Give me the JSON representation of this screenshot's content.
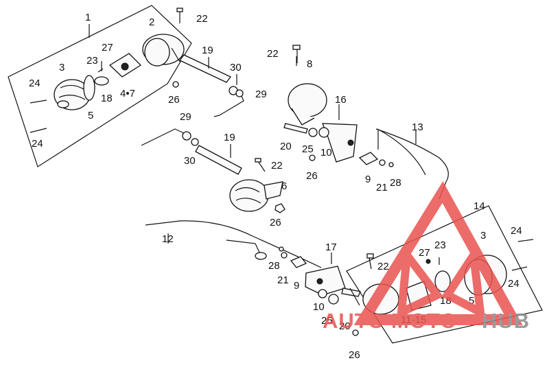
{
  "diagram": {
    "labels": {
      "l1": "1",
      "l2": "2",
      "l3": "3",
      "l5": "5",
      "l18": "18",
      "l23": "23",
      "l27": "27",
      "l47": "4•7",
      "l24a": "24",
      "l24b": "24",
      "l22a": "22",
      "l26a": "26",
      "l19a": "19",
      "l30a": "30",
      "l29a": "29",
      "l22b": "22",
      "l8": "8",
      "l16": "16",
      "l13": "13",
      "l20a": "20",
      "l25a": "25",
      "l10a": "10",
      "l26b": "26",
      "l9a": "9",
      "l21a": "21",
      "l28a": "28",
      "l29b": "29",
      "l30b": "30",
      "l19b": "19",
      "l22c": "22",
      "l6": "6",
      "l26c": "26",
      "l12": "12",
      "l17": "17",
      "l28b": "28",
      "l21b": "21",
      "l9b": "9",
      "l10b": "10",
      "l25b": "25",
      "l20b": "20",
      "l26d": "26",
      "l22d": "22",
      "l1115": "11·15",
      "l14": "14",
      "l3b": "3",
      "l27b": "27",
      "l23b": "23",
      "l24c": "24",
      "l24d": "24",
      "l18b": "18",
      "l5b": "5"
    }
  },
  "watermark": {
    "part1": "AUTO",
    "part2": "MOTO",
    "part3": "HUB",
    "color_red": "#e8534f",
    "color_gray": "#8a8a8a"
  }
}
